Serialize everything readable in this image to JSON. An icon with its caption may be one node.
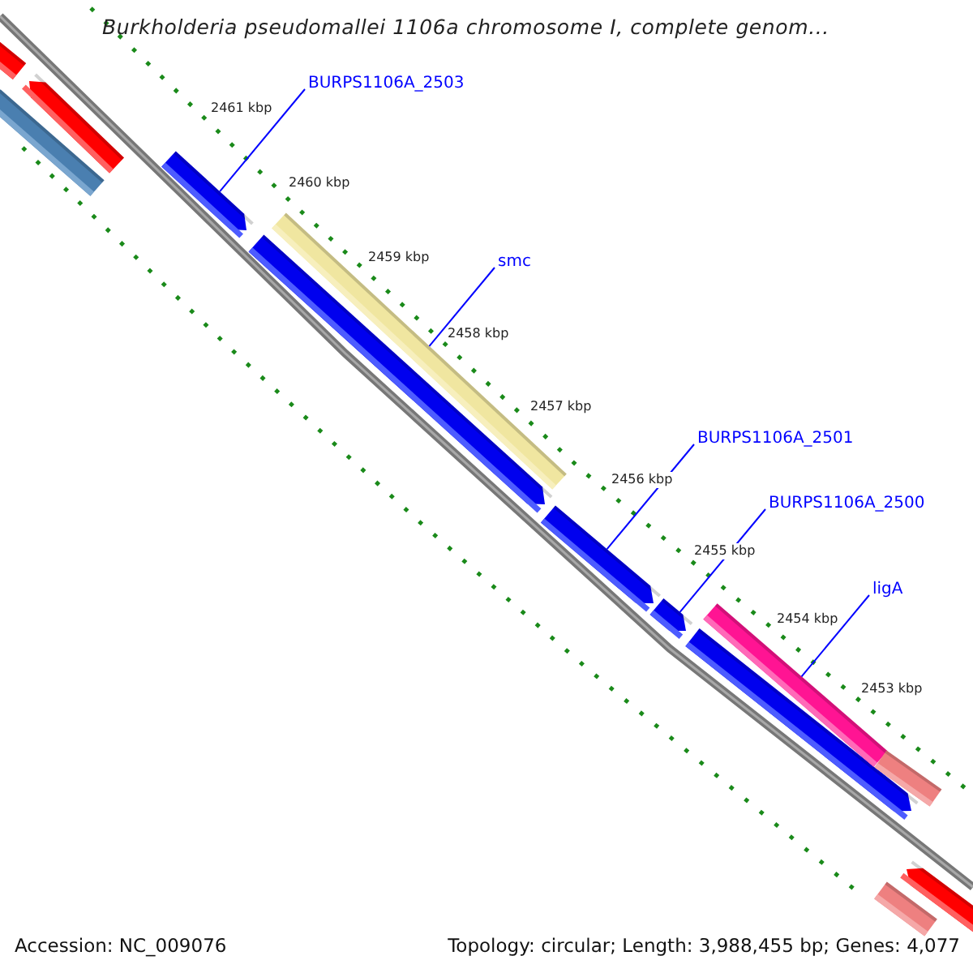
{
  "diagram": {
    "title": "Burkholderia pseudomallei 1106a chromosome I, complete genom...",
    "nodes": [
      {
        "text": [
          "BURPS1106A_2503"
        ]
      },
      {
        "text": [
          "smc"
        ]
      },
      {
        "text": [
          "BURPS1106A_2501"
        ]
      },
      {
        "text": [
          "BURPS1106A_2500"
        ]
      },
      {
        "text": [
          "ligA"
        ]
      },
      {
        "text": [],
        "shape": "bar"
      },
      {
        "text": [],
        "shape": "bar"
      },
      {
        "text": [],
        "shape": "bar"
      },
      {
        "text": [],
        "shape": "bar"
      },
      {
        "text": [],
        "shape": "bar"
      },
      {
        "text": [],
        "shape": "bar"
      },
      {
        "text": [],
        "shape": "bar"
      },
      {
        "text": [],
        "shape": "bar"
      },
      {
        "text": [],
        "shape": "bar"
      },
      {
        "text": [],
        "shape": "bar"
      },
      {
        "text": [],
        "shape": "bar"
      },
      {
        "text": [],
        "shape": "bar"
      },
      {
        "text": [],
        "shape": "bar"
      }
    ],
    "edges": [
      {
        "from": 0,
        "to": 8,
        "arrow": "none"
      },
      {
        "from": 1,
        "to": 9,
        "arrow": "none"
      },
      {
        "from": 2,
        "to": 11,
        "arrow": "none"
      },
      {
        "from": 3,
        "to": 12,
        "arrow": "none"
      },
      {
        "from": 4,
        "to": 14,
        "arrow": "none"
      }
    ],
    "labels": [
      "2461 kbp",
      "2460 kbp",
      "2459 kbp",
      "2458 kbp",
      "2457 kbp",
      "2456 kbp",
      "2455 kbp",
      "2454 kbp",
      "2453 kbp",
      "Accession: NC_009076",
      "Topology: circular; Length: 3,988,455 bp; Genes: 4,077"
    ]
  }
}
